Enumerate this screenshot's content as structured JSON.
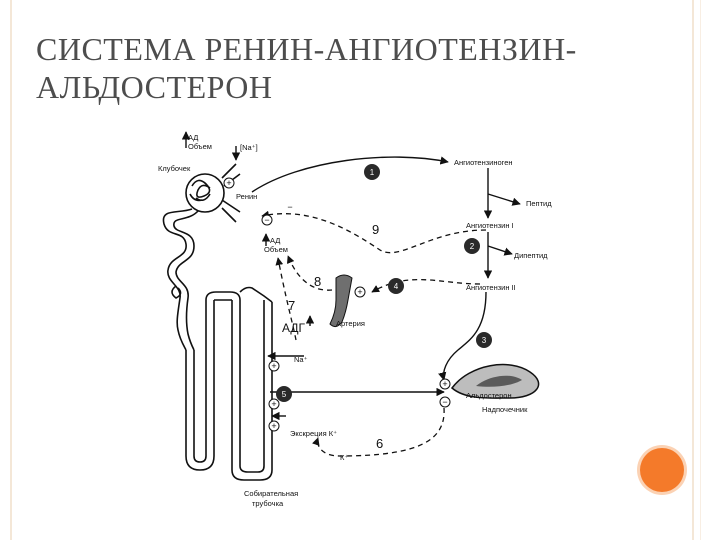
{
  "slide": {
    "title_line1": "СИСТЕМА РЕНИН-АНГИОТЕНЗИН-",
    "title_line2": "АЛЬДОСТЕРОН",
    "accent_color": "#f47a2a"
  },
  "diagram": {
    "labels": {
      "ad_volume_top_1": "АД",
      "ad_volume_top_2": "Объем",
      "na_top": "[Na⁺]",
      "glomerulus": "Клубочек",
      "renin": "Ренин",
      "angiotensinogen": "Ангиотензиноген",
      "peptide": "Пептид",
      "angiotensin_1": "Ангиотензин I",
      "dipeptide": "Дипептид",
      "angiotensin_2": "Ангиотензин II",
      "ad_volume_mid_1": "АД",
      "ad_volume_mid_2": "Объем",
      "artery": "Артерия",
      "adg": "АДГ",
      "na_plus": "Na⁺",
      "aldosterone": "Альдостерон",
      "adrenal": "Надпочечник",
      "k_excretion": "Экскреция К⁺",
      "k_plus": "К⁺",
      "collecting_duct_1": "Собирательная",
      "collecting_duct_2": "трубочка"
    },
    "pathway_numbers": {
      "n1": "1",
      "n2": "2",
      "n3": "3",
      "n4": "4",
      "n5": "5",
      "n6": "6",
      "n7": "7",
      "n8": "8",
      "n9": "9"
    },
    "signs": {
      "plus": "+",
      "minus": "−"
    }
  }
}
